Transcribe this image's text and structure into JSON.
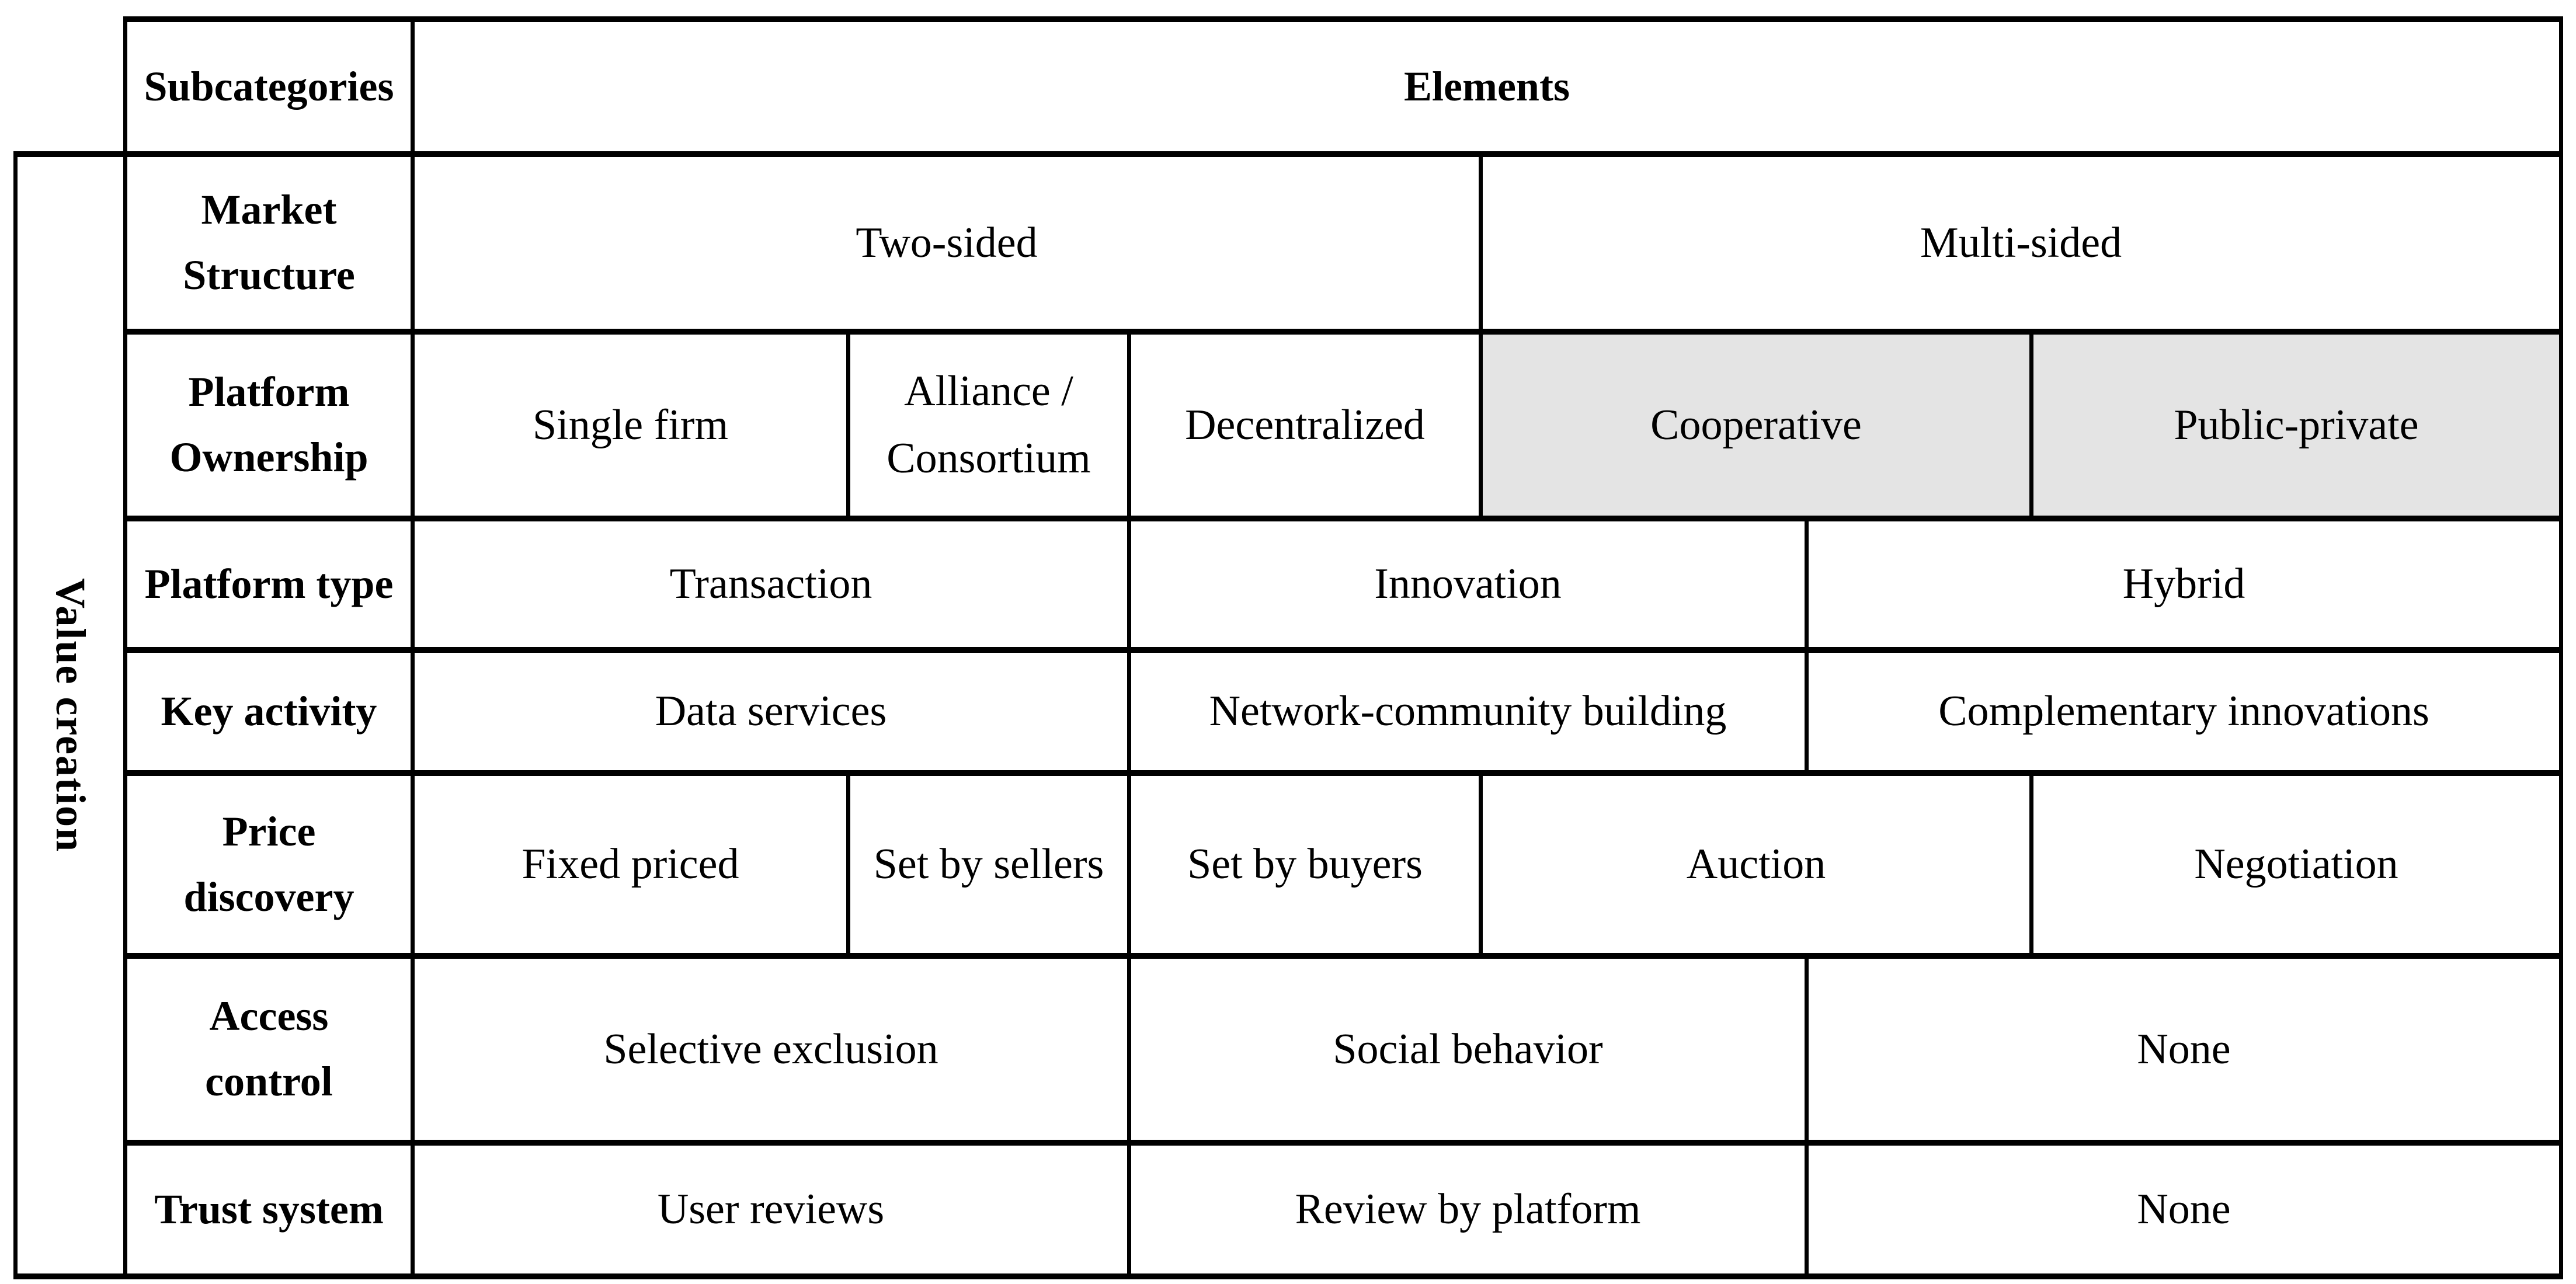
{
  "table": {
    "header": {
      "subcategories": "Subcategories",
      "elements": "Elements"
    },
    "category_label": "Value creation",
    "highlight_color": "#e4e4e4",
    "rows": [
      {
        "label": "Market\nStructure",
        "cells": [
          {
            "text": "Two-sided"
          },
          {
            "text": "Multi-sided"
          }
        ]
      },
      {
        "label": "Platform\nOwnership",
        "cells": [
          {
            "text": "Single firm"
          },
          {
            "text": "Alliance /\nConsortium"
          },
          {
            "text": "Decentralized"
          },
          {
            "text": "Cooperative",
            "highlighted": true
          },
          {
            "text": "Public-private",
            "highlighted": true
          }
        ]
      },
      {
        "label": "Platform type",
        "cells": [
          {
            "text": "Transaction"
          },
          {
            "text": "Innovation"
          },
          {
            "text": "Hybrid"
          }
        ]
      },
      {
        "label": "Key activity",
        "cells": [
          {
            "text": "Data services"
          },
          {
            "text": "Network-community building"
          },
          {
            "text": "Complementary innovations"
          }
        ]
      },
      {
        "label": "Price\ndiscovery",
        "cells": [
          {
            "text": "Fixed priced"
          },
          {
            "text": "Set by sellers"
          },
          {
            "text": "Set by buyers"
          },
          {
            "text": "Auction"
          },
          {
            "text": "Negotiation"
          }
        ]
      },
      {
        "label": "Access\ncontrol",
        "cells": [
          {
            "text": "Selective exclusion"
          },
          {
            "text": "Social behavior"
          },
          {
            "text": "None"
          }
        ]
      },
      {
        "label": "Trust system",
        "cells": [
          {
            "text": "User reviews"
          },
          {
            "text": "Review by platform"
          },
          {
            "text": "None"
          }
        ]
      }
    ]
  }
}
